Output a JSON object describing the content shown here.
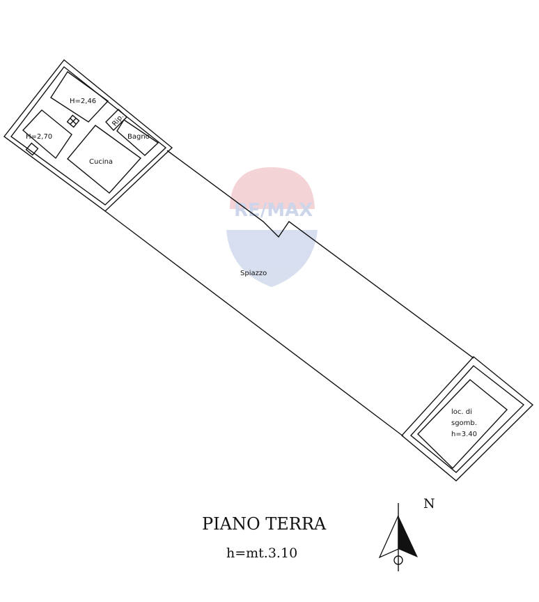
{
  "plan": {
    "title": "PIANO TERRA",
    "height_note": "h=mt.3.10",
    "north_label": "N",
    "rooms": {
      "room1": "H=2,46",
      "room2": "H=2,70",
      "kitchen": "Cucina",
      "closet": "Rip.",
      "bathroom": "Bagno",
      "yard": "Spiazzo",
      "storage_line1": "loc. di",
      "storage_line2": "sgomb.",
      "storage_line3": "h=3.40"
    }
  },
  "watermark": {
    "text": "RE/MAX",
    "colors": {
      "red": "#e8b4b8",
      "blue": "#b8c4dc"
    }
  }
}
